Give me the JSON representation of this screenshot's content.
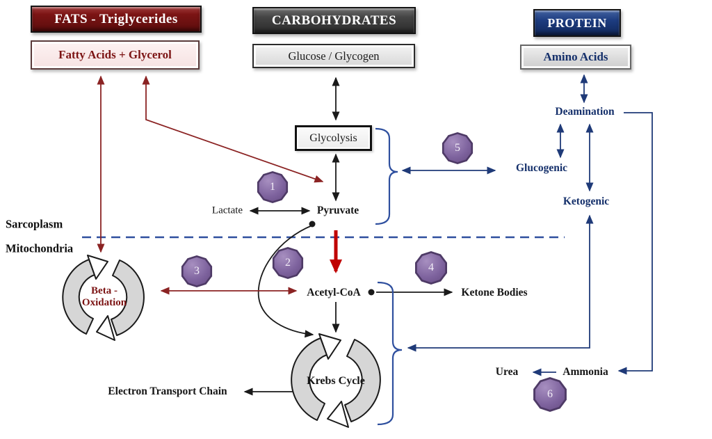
{
  "header_boxes": {
    "fats_title": "FATS - Triglycerides",
    "fats_breakdown": "Fatty Acids + Glycerol",
    "carbs_title": "CARBOHYDRATES",
    "carbs_breakdown": "Glucose / Glycogen",
    "protein_title": "PROTEIN",
    "protein_breakdown": "Amino Acids"
  },
  "compartments": {
    "sarcoplasm": "Sarcoplasm",
    "mitochondria": "Mitochondria"
  },
  "nodes": {
    "glycolysis": "Glycolysis",
    "lactate": "Lactate",
    "pyruvate": "Pyruvate",
    "acetyl_coa": "Acetyl-CoA",
    "ketone_bodies": "Ketone Bodies",
    "beta_oxidation_line1": "Beta -",
    "beta_oxidation_line2": "Oxidation",
    "krebs_cycle": "Krebs Cycle",
    "electron_transport_chain": "Electron Transport Chain",
    "deamination": "Deamination",
    "glucogenic": "Glucogenic",
    "ketogenic": "Ketogenic",
    "urea": "Urea",
    "ammonia": "Ammonia"
  },
  "step_markers": [
    {
      "label": "1"
    },
    {
      "label": "2"
    },
    {
      "label": "3"
    },
    {
      "label": "4"
    },
    {
      "label": "5"
    },
    {
      "label": "6"
    }
  ],
  "colors": {
    "fats_accent": "#691010",
    "carbs_accent": "#3a3a3a",
    "protein_accent": "#142e66",
    "maroon_arrow": "#8b2323",
    "bright_red_arrow": "#c00000",
    "navy_arrow": "#1f3a78",
    "black_arrow": "#1a1a1a",
    "membrane_dashed": "#2e4f9e",
    "marker_purple": "#7e639e",
    "cycle_fill": "#d6d6d6"
  }
}
